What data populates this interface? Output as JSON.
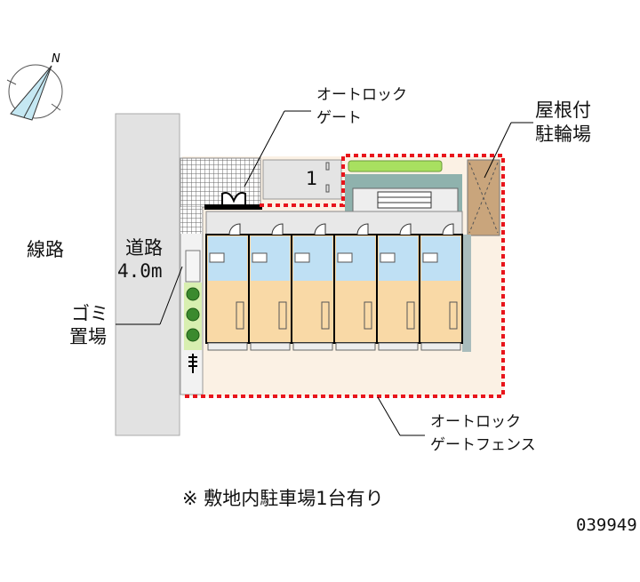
{
  "labels": {
    "railway": "線路",
    "road": "道路",
    "road_width": "4.0m",
    "garbage_line1": "ゴミ",
    "garbage_line2": "置場",
    "gate_line1": "オートロック",
    "gate_line2": "ゲート",
    "bike_line1": "屋根付",
    "bike_line2": "駐輪場",
    "fence_line1": "オートロック",
    "fence_line2": "ゲートフェンス",
    "parking_number": "1",
    "compass_north": "N"
  },
  "note": "※ 敷地内駐車場1台有り",
  "property_code": "039949",
  "units_count": 6,
  "colors": {
    "boundary": "#e8141b",
    "room": "#f9d9a6",
    "wet_area": "#bfe0f4",
    "bike_roof": "#c9a57c",
    "greenery": "#a8e060",
    "land": "#fbf1e4",
    "teal": "#8fb2ad"
  }
}
